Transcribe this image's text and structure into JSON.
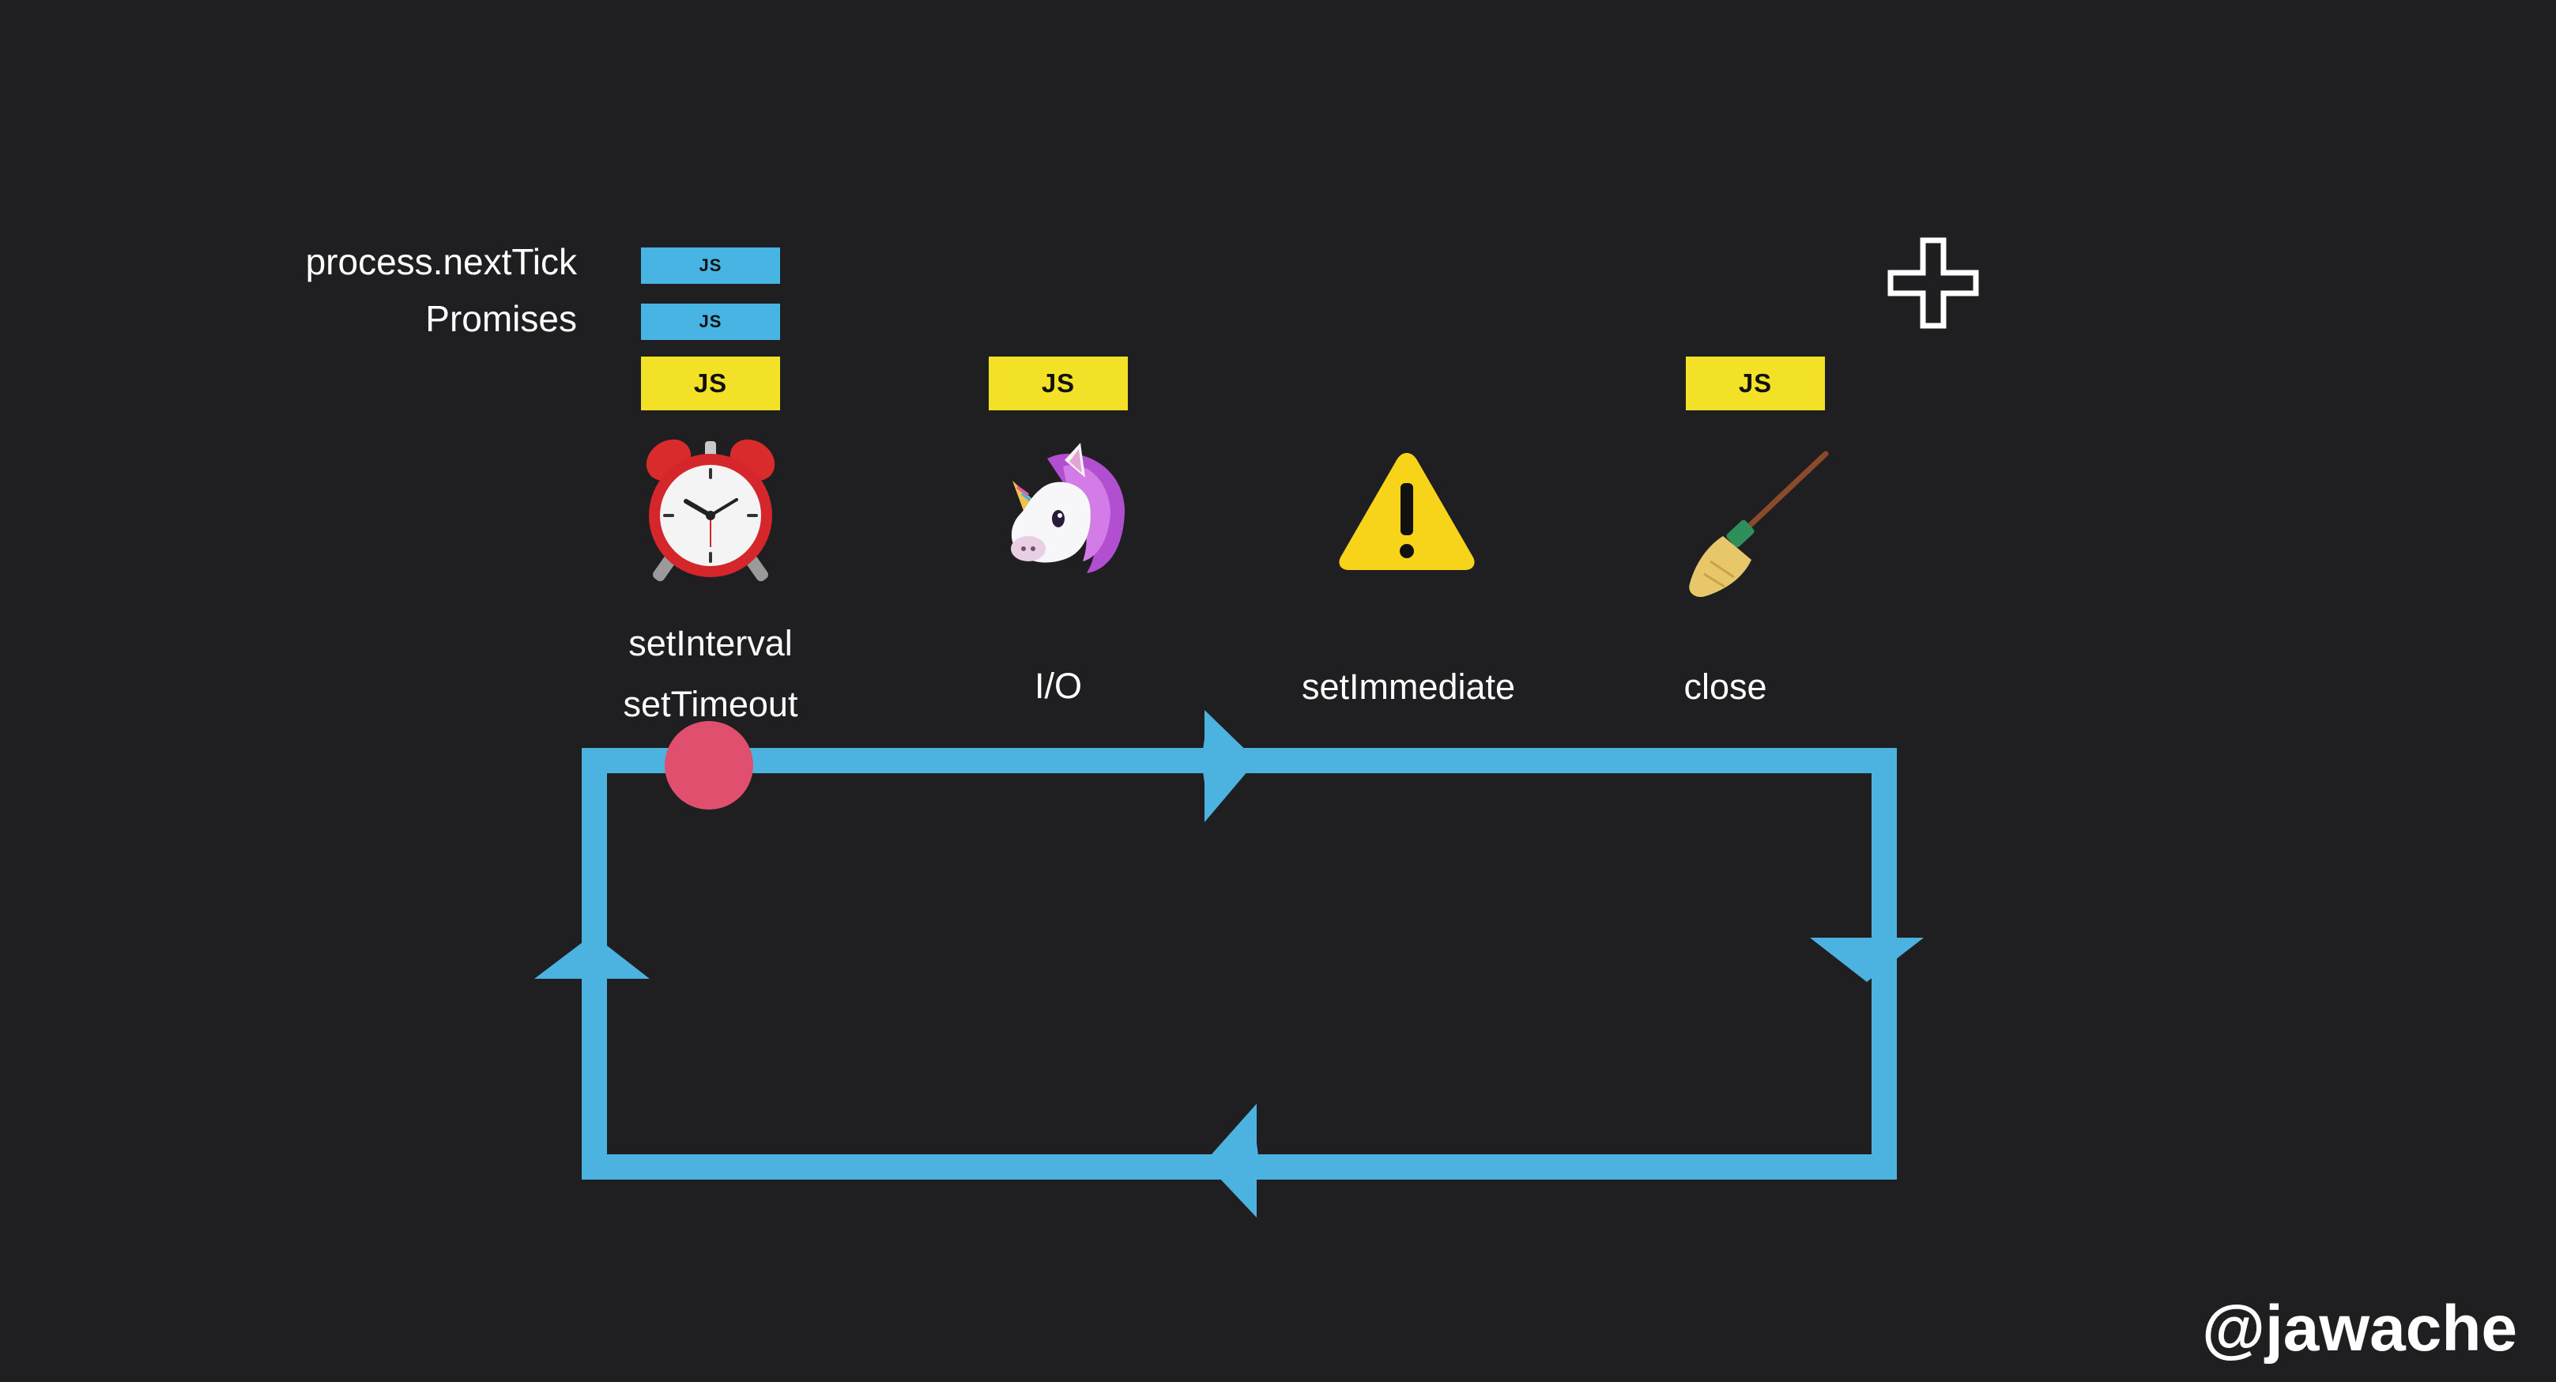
{
  "microtasks": {
    "next_tick_label": "process.nextTick",
    "promises_label": "Promises",
    "next_tick_badge": "JS",
    "promises_badge": "JS"
  },
  "phases": [
    {
      "id": "timers",
      "label_line1": "setInterval",
      "label_line2": "setTimeout",
      "icon": "alarm-clock-icon",
      "badge": "JS"
    },
    {
      "id": "io",
      "label_line1": "I/O",
      "icon": "unicorn-icon",
      "badge": "JS"
    },
    {
      "id": "immediate",
      "label_line1": "setImmediate",
      "icon": "warning-icon"
    },
    {
      "id": "close",
      "label_line1": "close",
      "icon": "broom-icon",
      "badge": "JS"
    }
  ],
  "loop": {
    "color": "#4cb2e0",
    "marker_color": "#e0506e"
  },
  "colors": {
    "background": "#1f1f21",
    "js_small": "#48b4e4",
    "js_big": "#f3e128"
  },
  "watermark": "@jawache"
}
